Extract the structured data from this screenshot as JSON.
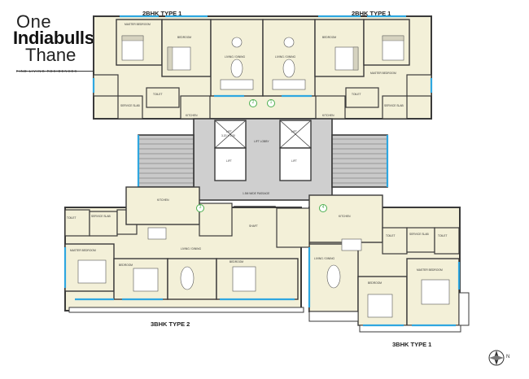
{
  "logo": {
    "line1": "One",
    "line2": "Indiabulls",
    "line3": "Thane",
    "tagline": "FINE LIVING RESIDENCES"
  },
  "units": {
    "top_left": "2BHK TYPE 1",
    "top_right": "2BHK TYPE 1",
    "bottom_left": "3BHK TYPE 2",
    "bottom_right": "3BHK TYPE 1"
  },
  "rooms": {
    "master_bedroom": "MASTER BEDROOM",
    "bedroom": "BEDROOM",
    "living_dining": "LIVING / DINING",
    "toilet": "TOILET",
    "kitchen": "KITCHEN",
    "lift": "LIFT",
    "lift_lobby": "LIFT LOBBY",
    "service_slab": "SERVICE SLAB",
    "shaft": "SHAFT",
    "passage": "1.5M WIDE PASSAGE",
    "dim": "3.20 X 3.20"
  },
  "markers": [
    "1",
    "2",
    "3",
    "4"
  ],
  "compass": {
    "label": "N"
  },
  "colors": {
    "room_fill": "#f3f0d8",
    "core_fill": "#cfcfcf",
    "wall": "#3a3a3a",
    "window": "#2fa7e0",
    "marker": "#4caf50"
  }
}
